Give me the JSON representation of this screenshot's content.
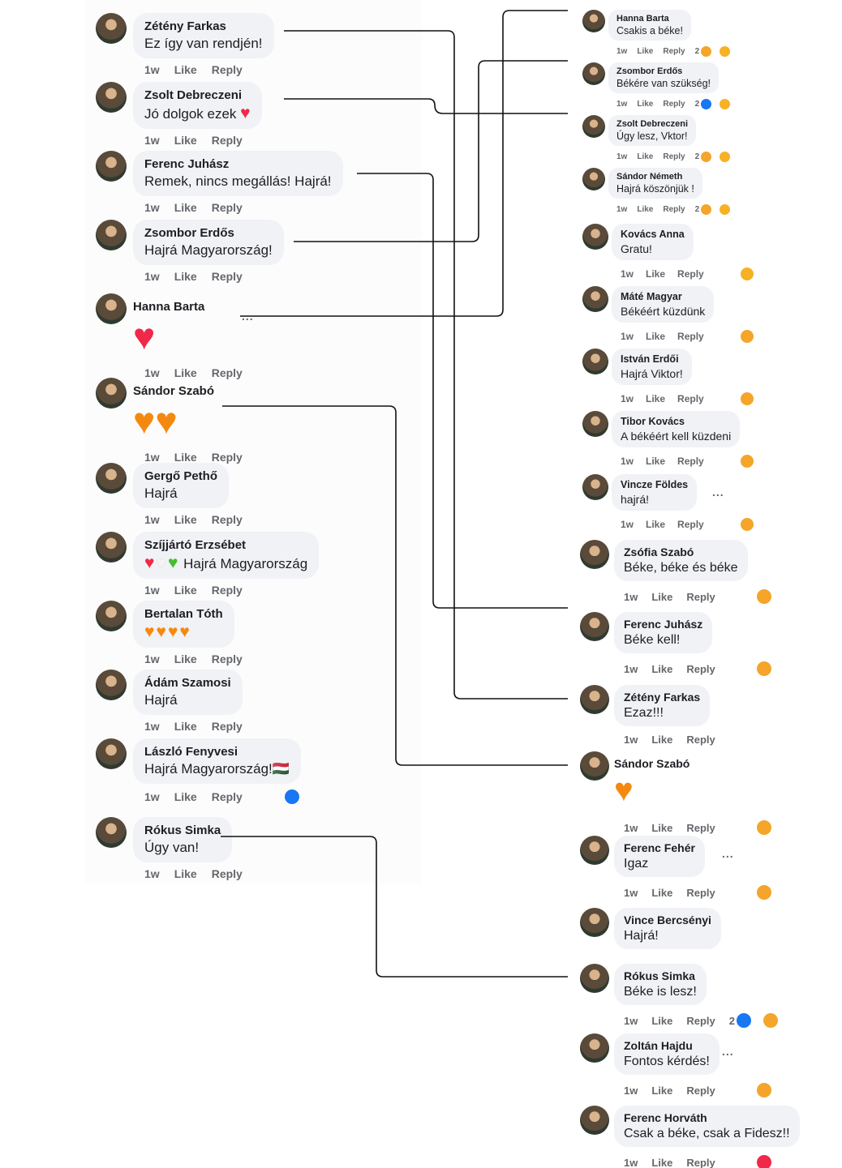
{
  "meta_labels": {
    "time": "1w",
    "like": "Like",
    "reply": "Reply"
  },
  "colors": {
    "bubble": "#f0f2f5",
    "like_blue": "#1877f2",
    "haha_yellow": "#f7b125",
    "heart_red": "#f02849",
    "heart_orange": "#f5890f",
    "heart_green": "#45bd32",
    "heart_white": "#f4f4f4"
  },
  "left": [
    {
      "name": "Zétény Farkas",
      "text": "Ez így van rendjén!"
    },
    {
      "name": "Zsolt Debreczeni",
      "text": "Jó dolgok ezek",
      "hearts": [
        "red"
      ]
    },
    {
      "name": "Ferenc Juhász",
      "text": "Remek, nincs megállás! Hajrá!"
    },
    {
      "name": "Zsombor Erdős",
      "text": "Hajrá Magyarország!"
    },
    {
      "name": "Hanna Barta",
      "text": "",
      "big_hearts": [
        "red"
      ],
      "more": "..."
    },
    {
      "name": "Sándor Szabó",
      "text": "",
      "big_hearts": [
        "orange",
        "orange"
      ]
    },
    {
      "name": "Gergő Pethő",
      "text": "Hajrá"
    },
    {
      "name": "Szíjjártó Erzsébet",
      "text": "Hajrá Magyarország",
      "pre_hearts": [
        "red",
        "white",
        "green"
      ]
    },
    {
      "name": "Bertalan Tóth",
      "text": "",
      "pre_hearts": [
        "orange",
        "orange",
        "orange",
        "orange"
      ]
    },
    {
      "name": "Ádám Szamosi",
      "text": "Hajrá"
    },
    {
      "name": "László Fenyvesi",
      "text": "Hajrá Magyarország!🇭🇺",
      "reactions": [
        "like-icon"
      ]
    },
    {
      "name": "Rókus Simka",
      "text": "Úgy van!"
    }
  ],
  "right": [
    {
      "name": "Hanna Barta",
      "text": "Csakis a béke!",
      "count": "2",
      "reactions": [
        "tongue-icon",
        "haha-icon"
      ]
    },
    {
      "name": "Zsombor Erdős",
      "text": "Békére van szükség!",
      "count": "2",
      "reactions": [
        "like-icon",
        "haha-icon"
      ]
    },
    {
      "name": "Zsolt Debreczeni",
      "text": "Úgy lesz, Vktor!",
      "count": "2",
      "reactions": [
        "tongue-icon",
        "haha-icon"
      ]
    },
    {
      "name": "Sándor Németh",
      "text": "Hajrá köszönjük !",
      "count": "2",
      "reactions": [
        "tongue-icon",
        "haha-icon"
      ]
    },
    {
      "name": "Kovács Anna",
      "text": "Gratu!",
      "reactions": [
        "haha-icon"
      ]
    },
    {
      "name": "Máté Magyar",
      "text": "Békéért küzdünk",
      "reactions": [
        "tongue-icon"
      ]
    },
    {
      "name": "István Erdői",
      "text": "Hajrá Viktor!",
      "reactions": [
        "tongue-icon"
      ]
    },
    {
      "name": "Tibor Kovács",
      "text": "A békéért kell küzdeni",
      "reactions": [
        "tongue-icon"
      ]
    },
    {
      "name": "Vincze Földes",
      "text": "hajrá!",
      "reactions": [
        "tongue-icon"
      ],
      "more": "..."
    },
    {
      "name": "Zsófia Szabó",
      "text": "Béke, béke és béke",
      "reactions": [
        "tongue-icon"
      ]
    },
    {
      "name": "Ferenc Juhász",
      "text": "Béke kell!",
      "reactions": [
        "tongue-icon"
      ]
    },
    {
      "name": "Zétény Farkas",
      "text": "Ezaz!!!"
    },
    {
      "name": "Sándor Szabó",
      "text": "",
      "big_hearts": [
        "orange"
      ],
      "reactions": [
        "tongue-icon"
      ]
    },
    {
      "name": "Ferenc Fehér",
      "text": "Igaz",
      "reactions": [
        "tongue-icon"
      ],
      "more": "..."
    },
    {
      "name": "Vince Bercsényi",
      "text": "Hajrá!",
      "no_meta": true
    },
    {
      "name": "Rókus Simka",
      "text": "Béke is lesz!",
      "count": "2",
      "reactions": [
        "like-icon",
        "tongue-icon"
      ]
    },
    {
      "name": "Zoltán Hajdu",
      "text": "Fontos kérdés!",
      "reactions": [
        "tongue-icon"
      ],
      "more": "..."
    },
    {
      "name": "Ferenc Horváth",
      "text": "Csak a béke, csak a Fidesz!!",
      "reactions": [
        "love-icon"
      ]
    }
  ]
}
